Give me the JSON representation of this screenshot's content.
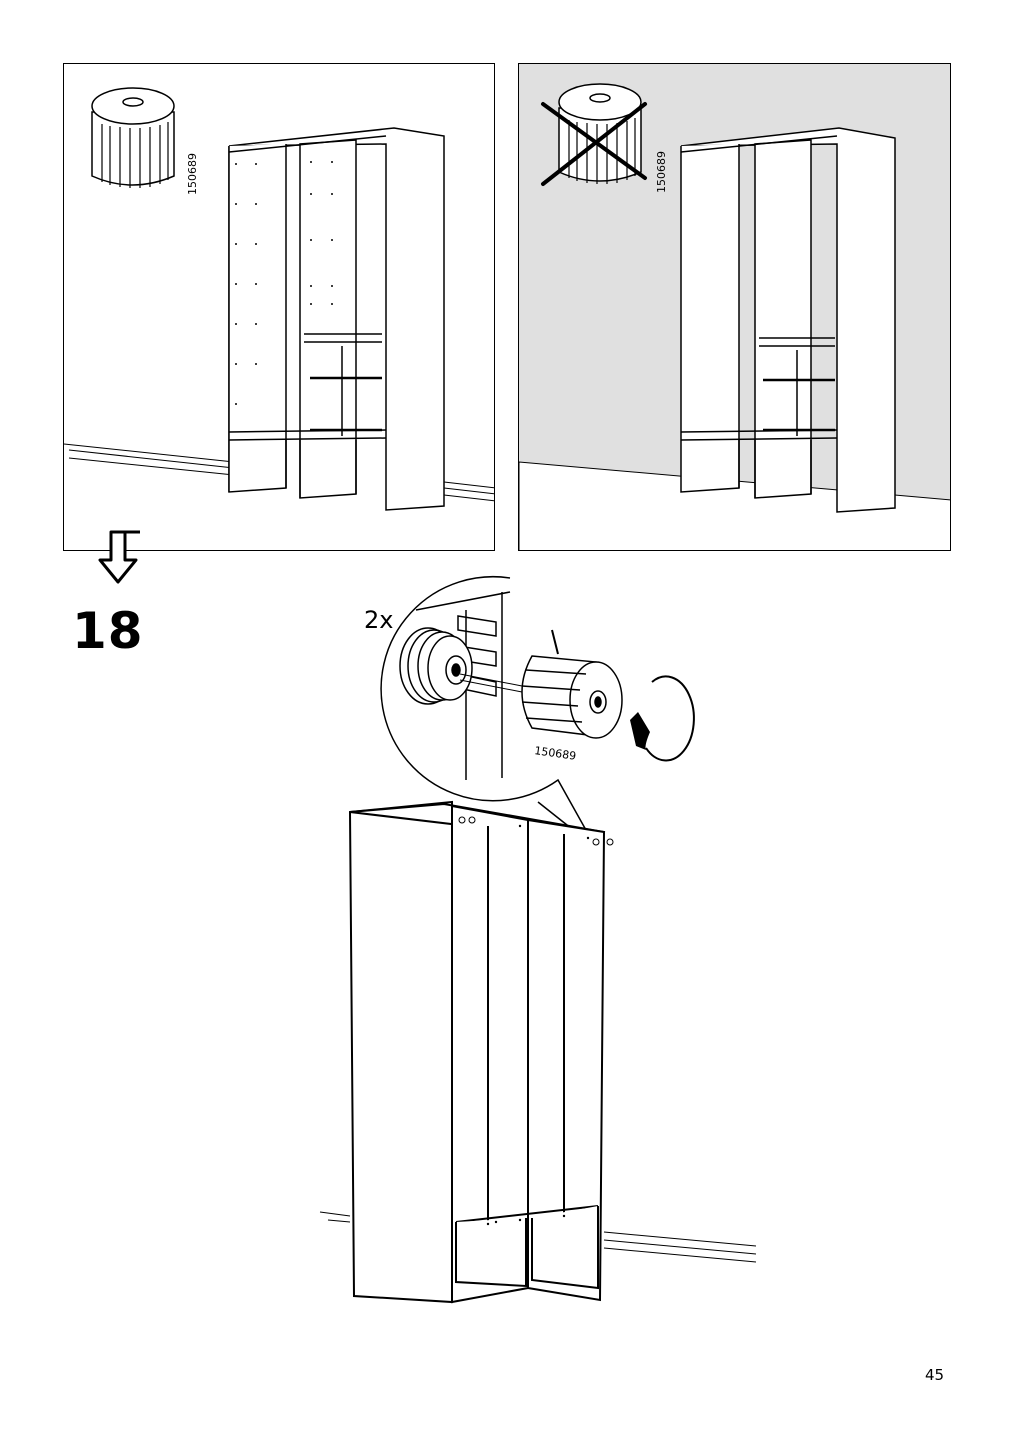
{
  "panels": {
    "correct": {
      "part_number": "150689"
    },
    "incorrect": {
      "part_number": "150689"
    }
  },
  "step": {
    "number": "18",
    "quantity": "2x",
    "part_number": "150689"
  },
  "page": {
    "number": "45"
  }
}
